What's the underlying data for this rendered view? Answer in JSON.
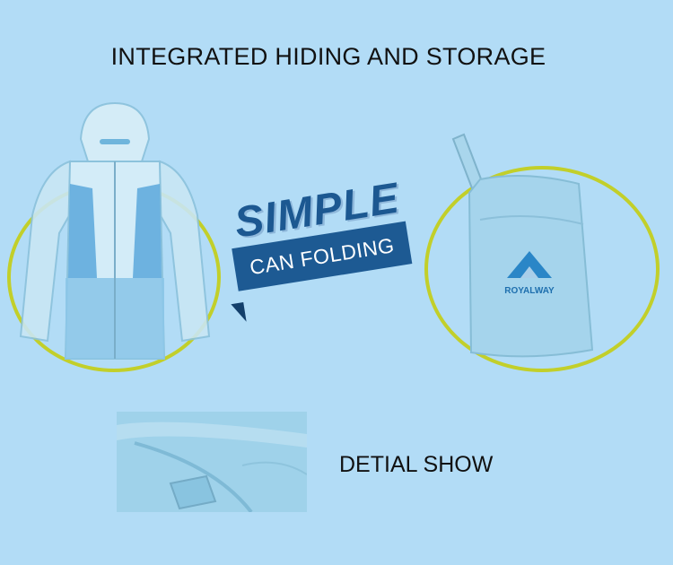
{
  "heading": "INTEGRATED HIDING AND STORAGE",
  "badge": {
    "simple": "SIMPLE",
    "folding": "CAN FOLDING"
  },
  "pouch_brand": "ROYALWAY",
  "detail_label": "DETIAL SHOW",
  "colors": {
    "background": "#b2dcf6",
    "ring": "#c2cf2a",
    "banner": "#1d5a93",
    "product": "#9fd2ea"
  }
}
